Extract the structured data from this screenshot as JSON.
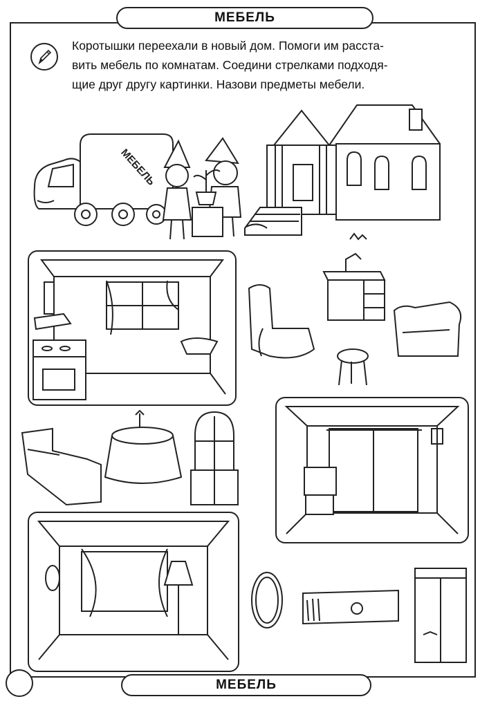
{
  "worksheet": {
    "title": "МЕБЕЛЬ",
    "footer_title": "МЕБЕЛЬ",
    "instruction": "Коротышки переехали в новый дом. Помоги им расста-\nвить мебель по комнатам. Соедини стрелками подходя-\nщие друг другу картинки. Назови предметы мебели.",
    "truck_label": "МЕБЕЛЬ",
    "icons": [
      "pencil-icon"
    ]
  }
}
